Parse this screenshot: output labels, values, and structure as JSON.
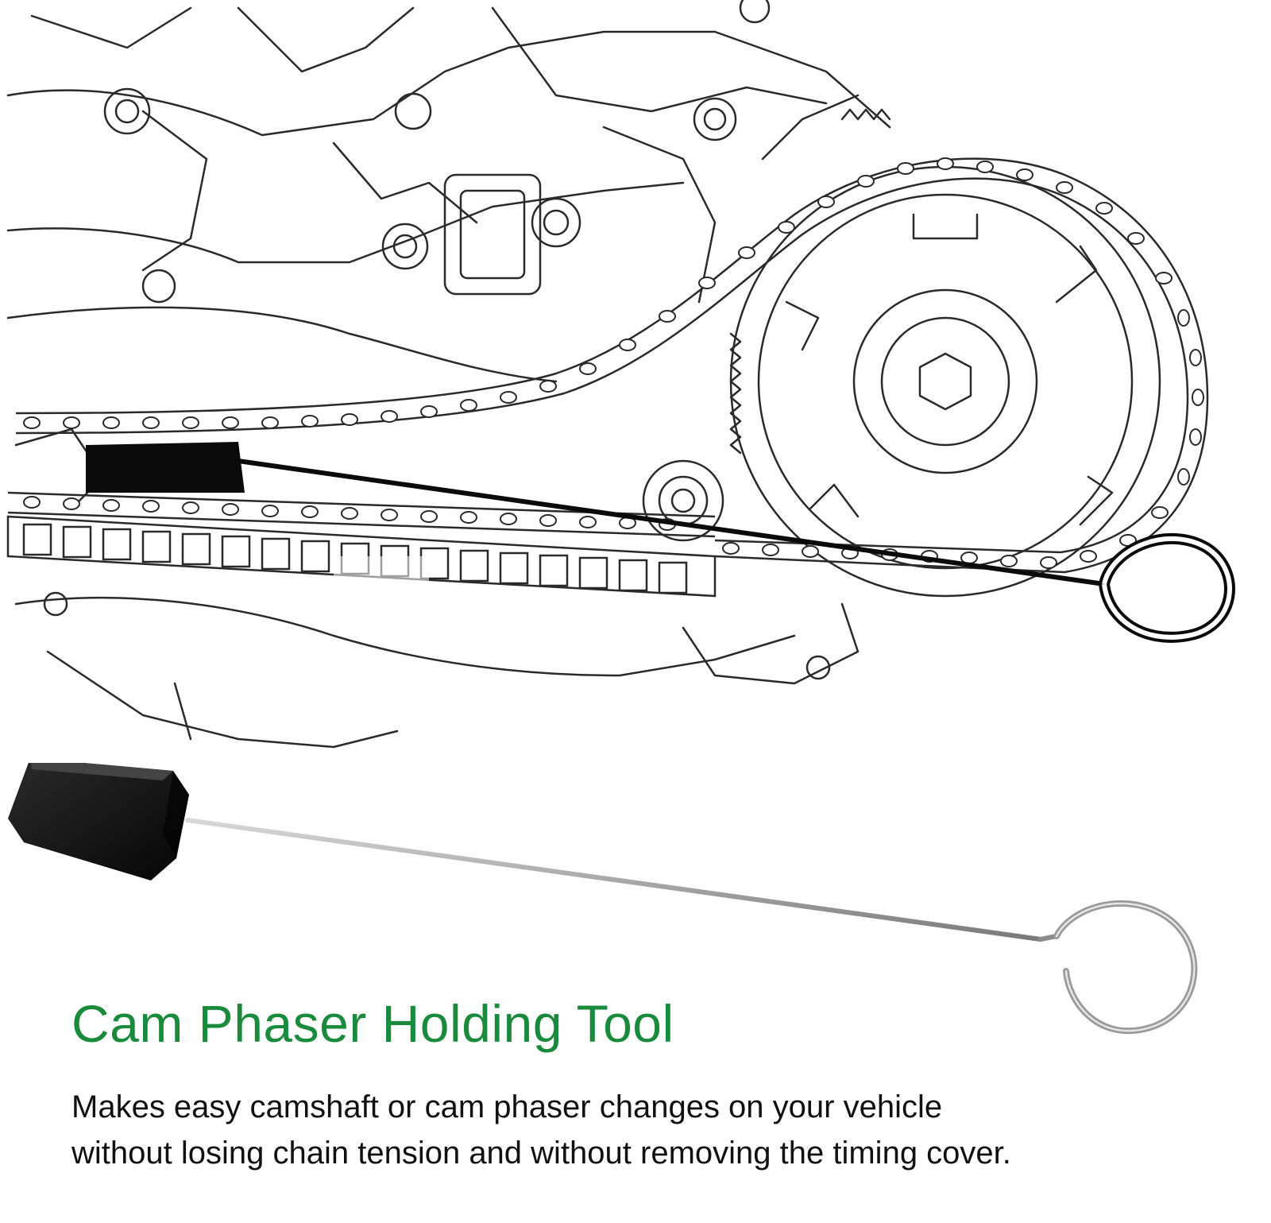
{
  "product": {
    "title": "Cam Phaser Holding Tool",
    "description_lines": [
      "Makes easy camshaft or cam phaser changes on your vehicle",
      "without losing chain tension and without removing the timing cover."
    ]
  },
  "colors": {
    "title": "#1a8a3c",
    "text": "#111111",
    "line_art": "#2a2a2a",
    "tool_block": "#0b0b0b",
    "wire": "#9a9a9a"
  },
  "icons": {
    "illustration": "engine-timing-chain-line-art",
    "photo": "cam-phaser-holding-tool-photo"
  }
}
